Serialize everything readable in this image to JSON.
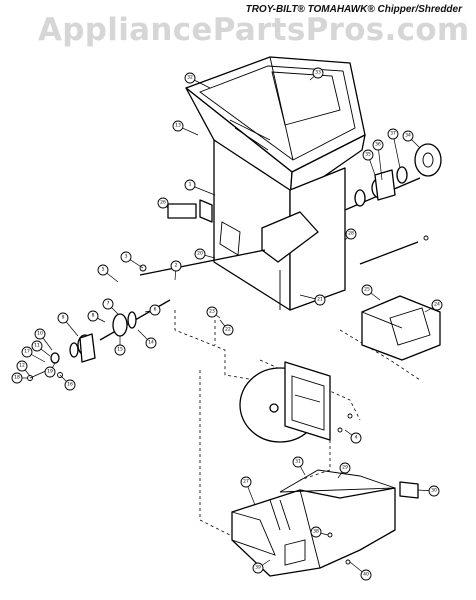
{
  "header": {
    "title": "TROY-BILT® TOMAHAWK® Chipper/Shredder",
    "watermark": "AppliancePartsPros.com"
  },
  "callouts": [
    "32",
    "33",
    "13",
    "1",
    "26",
    "20",
    "3",
    "2",
    "5",
    "6",
    "7",
    "8",
    "9",
    "10",
    "11",
    "12",
    "14",
    "15",
    "16",
    "17",
    "18",
    "19",
    "21",
    "22",
    "23",
    "24",
    "25",
    "27",
    "28",
    "29",
    "30",
    "31",
    "34",
    "35",
    "36",
    "37",
    "38",
    "39",
    "4",
    "40"
  ]
}
